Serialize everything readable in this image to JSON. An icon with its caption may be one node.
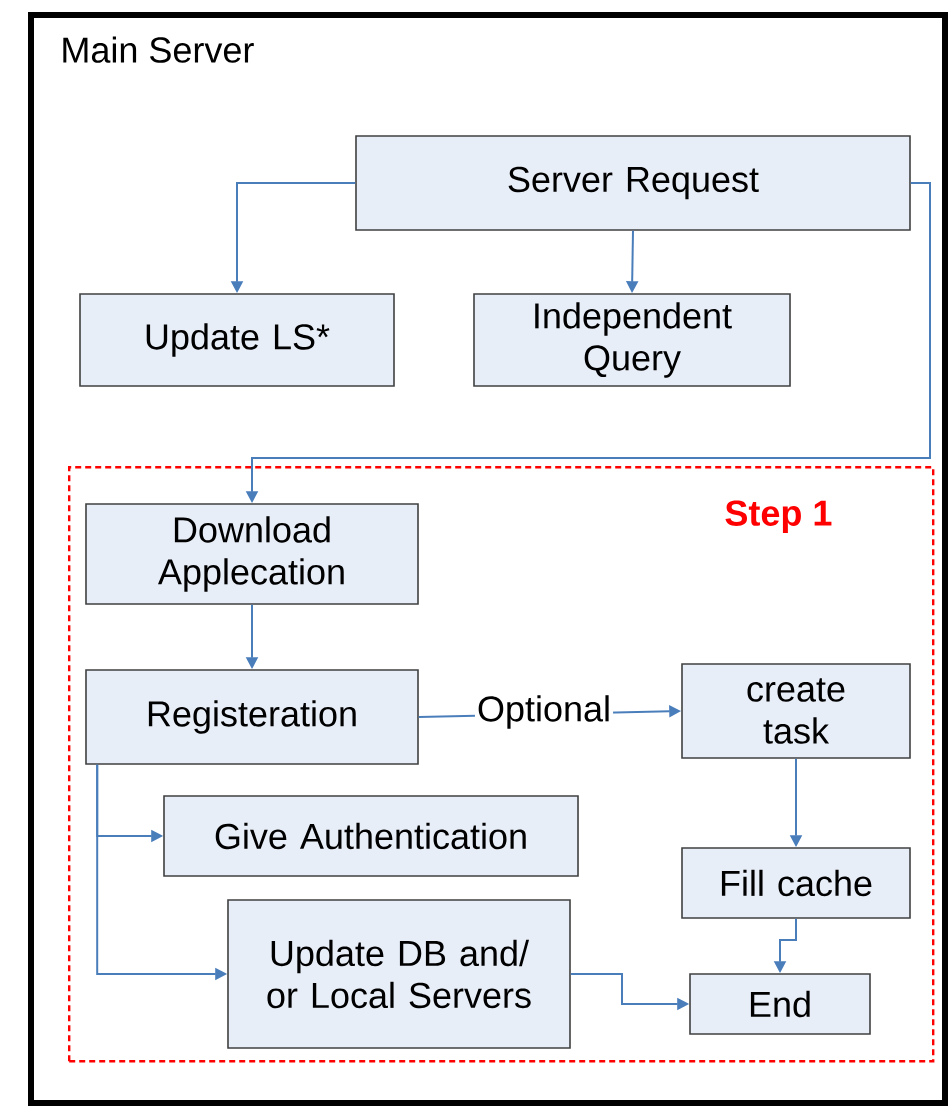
{
  "diagram": {
    "nodes": [
      {
        "text": [
          "Main Server"
        ]
      },
      {
        "text": [
          "Server Request"
        ],
        "in": 0
      },
      {
        "text": [
          "Update LS*"
        ],
        "in": 0
      },
      {
        "text": [
          "Independent Query"
        ],
        "in": 0
      },
      {
        "text": [
          "Step 1"
        ],
        "in": 0
      },
      {
        "text": [
          "Download Applecation"
        ],
        "in": 4
      },
      {
        "text": [
          "Registeration"
        ],
        "in": 4
      },
      {
        "text": [
          "create task"
        ],
        "in": 4
      },
      {
        "text": [
          "Give Authentication"
        ],
        "in": 4
      },
      {
        "text": [
          "Fill cache"
        ],
        "in": 4
      },
      {
        "text": [
          "Update DB and/ or Local Servers"
        ],
        "in": 4
      },
      {
        "text": [
          "End"
        ],
        "in": 4
      }
    ],
    "edges": [
      {
        "from": 1,
        "to": 2,
        "arrow": "to"
      },
      {
        "from": 1,
        "to": 3,
        "arrow": "to"
      },
      {
        "from": 1,
        "to": 5,
        "arrow": "to"
      },
      {
        "from": 5,
        "to": 6,
        "arrow": "to"
      },
      {
        "from": 6,
        "to": 7,
        "arrow": "to",
        "label": "Optional"
      },
      {
        "from": 6,
        "to": 8,
        "arrow": "to"
      },
      {
        "from": 6,
        "to": 10,
        "arrow": "to"
      },
      {
        "from": 7,
        "to": 9,
        "arrow": "to"
      },
      {
        "from": 9,
        "to": 11,
        "arrow": "to"
      },
      {
        "from": 10,
        "to": 11,
        "arrow": "to"
      }
    ]
  }
}
